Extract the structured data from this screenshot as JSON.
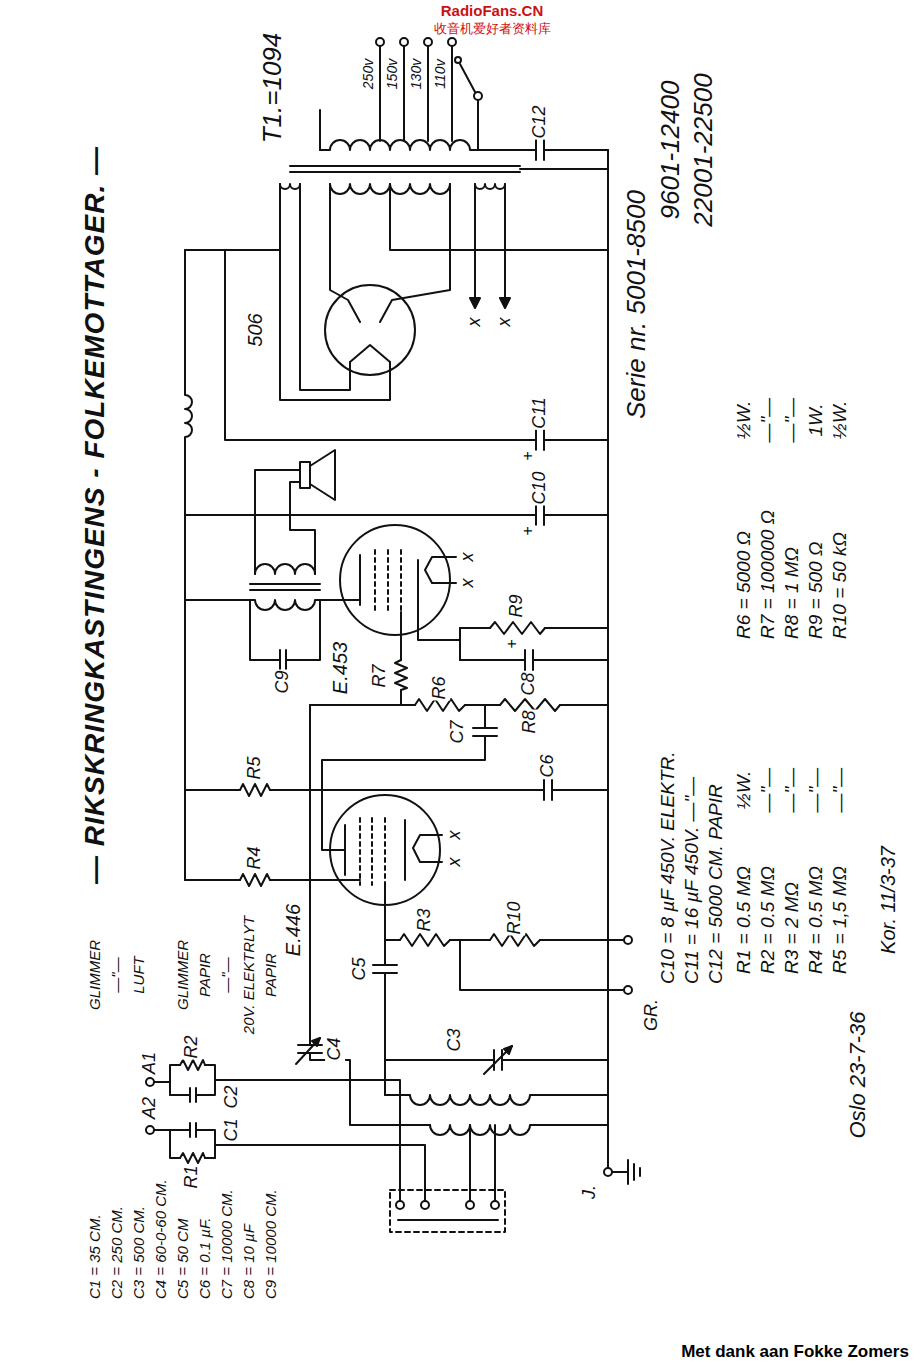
{
  "diagram": {
    "title": "— RIKSKRINGKASTINGENS - FOLKEMOTTAGER. —",
    "labels": [
      "RadioFans.CN",
      "收音机爱好者资料库",
      "T1.=1094",
      "250v",
      "150v",
      "130v",
      "110v",
      "C12",
      "506",
      "x",
      "x",
      "C11",
      "+",
      "C10",
      "+",
      "C9",
      "E.453",
      "x",
      "x",
      "R7",
      "R6",
      "C8",
      "+",
      "R9",
      "R8",
      "C7",
      "R5",
      "C6",
      "R4",
      "x",
      "x",
      "E.446",
      "R3",
      "R10",
      "C5",
      "GR.",
      "C4",
      "C3",
      "J.",
      "A1",
      "A2",
      "R2",
      "C2",
      "C1",
      "R1",
      "C1 = 35 CM.",
      "C2 = 250 CM.",
      "C3 = 500 CM.",
      "C4 = 60-0-60 CM.",
      "C5 = 50 CM",
      "C6 = 0.1 µF.",
      "C7 = 10000 CM.",
      "C8 = 10 µF",
      "C9 = 10000 CM.",
      "GLIMMER",
      "—\"—",
      "LUFT",
      "GLIMMER",
      "PAPIR",
      "—\"—",
      "20V. ELEKTRLYT",
      "PAPIR",
      "Serie nr. 5001-8500",
      "9601-12400",
      "22001-22500",
      "C10 = 8 µF 450V. ELEKTR.",
      "C11 = 16 µF 450V. —\"—",
      "C12 = 5000 CM. PAPIR",
      "R1 = 0.5 MΩ",
      "R2 = 0.5 MΩ",
      "R3 = 2 MΩ",
      "R4 = 0.5 MΩ",
      "R5 = 1,5 MΩ",
      "½W.",
      "—\"—",
      "—\"—",
      "—\"—",
      "—\"—",
      "R6 = 5000 Ω",
      "R7 = 100000 Ω",
      "R8 = 1 MΩ",
      "R9 = 500 Ω",
      "R10 = 50 kΩ",
      "½W.",
      "—\"—",
      "—\"—",
      "1W.",
      "½W.",
      "Oslo 23-7-36",
      "Kor. 11/3-37",
      "Met dank aan Fokke Zomers"
    ]
  }
}
